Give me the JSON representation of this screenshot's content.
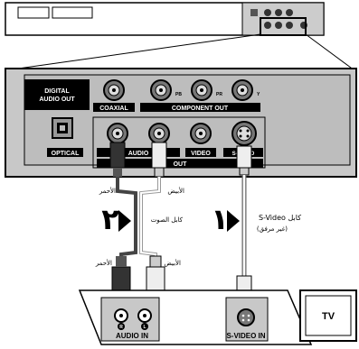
{
  "panel": {
    "digital_audio_out": [
      "DIGITAL",
      "AUDIO OUT"
    ],
    "coaxial": "COAXIAL",
    "component_out": "COMPONENT OUT",
    "optical": "OPTICAL",
    "audio": "AUDIO",
    "video": "VIDEO",
    "svideo": "S-VIDEO",
    "out": "OUT",
    "ch_labels": [
      "PB",
      "PR",
      "Y"
    ]
  },
  "tv": {
    "label": "TV",
    "audio_in": "AUDIO IN",
    "svideo_in": "S-VIDEO IN",
    "audio_r": "R",
    "audio_l": "L"
  },
  "annotations": {
    "red_top": "الأحمر",
    "white_top": "الأبيض",
    "audio_cable": "كابل الصوت",
    "svideo_cable": "S-Video كابل",
    "svideo_note": "(غير مرفق)",
    "red_bottom": "الأحمر",
    "white_bottom": "الأبيض",
    "step_audio": "٢",
    "step_svideo": "١"
  }
}
